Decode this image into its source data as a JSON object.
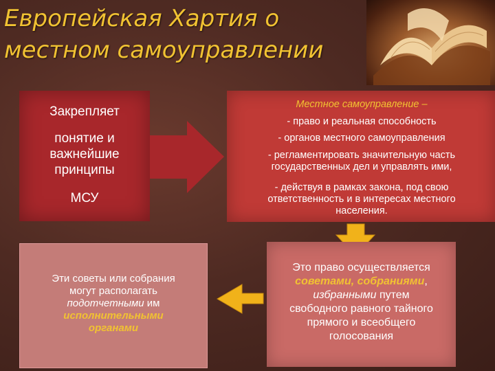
{
  "title": {
    "line1": "Европейская Хартия о",
    "line2": "местном самоуправлении"
  },
  "left_top": {
    "line1": "Закрепляет",
    "line2a": "понятие и",
    "line2b": "важнейшие",
    "line2c": "принципы",
    "line3": "МСУ"
  },
  "right_top": {
    "heading": "Местное самоуправление –",
    "item1": "- право и реальная способность",
    "item2": "- органов местного самоуправления",
    "item3a": "- регламентировать значительную часть",
    "item3b": "государственных дел и управлять ими,",
    "item4a": "- действуя в рамках закона, под свою",
    "item4b": "ответственность и в интересах местного",
    "item4c": "населения."
  },
  "right_bottom": {
    "t1": "Это право осуществляется",
    "t2": "советами, собраниями",
    "t3": ",",
    "t4": "избранными",
    "t5": " путем",
    "t6": "свободного равного тайного",
    "t7": "прямого и всеобщего",
    "t8": "голосования"
  },
  "left_bottom": {
    "t1": "Эти советы или собрания",
    "t2": "могут располагать",
    "t3": "подотчетными",
    "t4": " им",
    "t5": "исполнительными",
    "t6": "органами"
  },
  "colors": {
    "title": "#f1c232",
    "arrow_red": "#a8272b",
    "arrow_yellow": "#f1b21a"
  }
}
